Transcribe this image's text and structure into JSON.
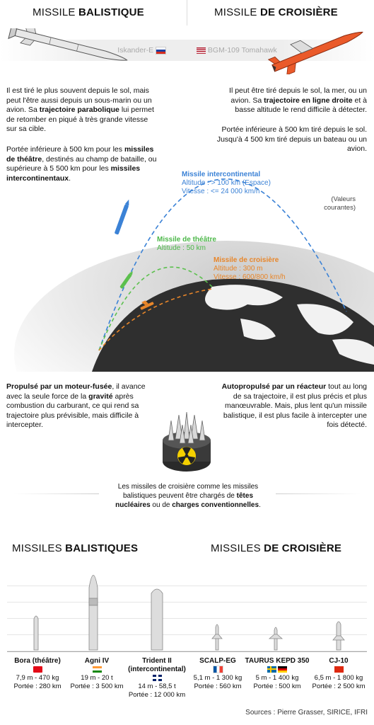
{
  "header": {
    "left_light": "MISSILE ",
    "left_bold": "BALISTIQUE",
    "right_light": "MISSILE ",
    "right_bold": "DE CROISIÈRE"
  },
  "tags": {
    "left": "Iskander-E",
    "right": "BGM-109 Tomahawk"
  },
  "left_col": {
    "p1_a": "Il est tiré le plus souvent depuis le sol, mais peut l'être aussi depuis un sous-marin ou un avion. Sa ",
    "p1_b": "trajectoire parabolique",
    "p1_c": " lui permet de retomber en piqué à très grande vitesse sur sa cible.",
    "p2_a": "Portée inférieure à 500 km pour les ",
    "p2_b": "missiles de théâtre",
    "p2_c": ", destinés au champ de bataille, ou supérieure à 5 500 km pour les ",
    "p2_d": "missiles intercontinentaux",
    "p2_e": "."
  },
  "right_col": {
    "p1_a": "Il peut être tiré depuis le sol, la mer, ou un avion. Sa ",
    "p1_b": "trajectoire en ligne droite",
    "p1_c": " et à basse altitude le rend difficile à détecter.",
    "p2": "Portée inférieure à 500 km tiré depuis le sol. Jusqu'à 4 500 km tiré depuis un bateau ou un avion."
  },
  "diagram": {
    "icbm_title": "Missile intercontinental",
    "icbm_alt": "Altitude : > 100 km (Espace)",
    "icbm_speed": "Vitesse : <= 24 000 km/h",
    "note": "(Valeurs courantes)",
    "theatre_title": "Missile de théâtre",
    "theatre_alt": "Altitude : 50 km",
    "cruise_title": "Missile de croisière",
    "cruise_alt": "Altitude : 300 m",
    "cruise_speed": "Vitesse : 600/800 km/h",
    "colors": {
      "blue": "#3b82d6",
      "green": "#5cc04e",
      "orange": "#e8862a"
    }
  },
  "propulsion": {
    "left_a": "Propulsé par un moteur-fusée",
    "left_b": ", il avance avec la seule force de la ",
    "left_c": "gravité",
    "left_d": " après combustion du carburant, ce qui rend sa trajectoire plus prévisible, mais difficile à intercepter.",
    "right_a": "Autopropulsé par un réacteur",
    "right_b": " tout au long de sa trajectoire, il est plus précis et plus manœuvrable. Mais, plus lent qu'un missile balistique, il est plus facile à intercepter une fois détecté."
  },
  "nuclear": {
    "text_a": "Les missiles de croisière comme les missiles balistiques peuvent être chargés de ",
    "text_b": "têtes nucléaires",
    "text_c": " ou de ",
    "text_d": "charges conventionnelles",
    "text_e": "."
  },
  "bottom": {
    "left_light": "MISSILES ",
    "left_bold": "BALISTIQUES",
    "right_light": "MISSILES ",
    "right_bold": "DE CROISIÈRE",
    "missiles": [
      {
        "name": "Bora (théâtre)",
        "specs": "7,9 m - 470 kg",
        "range": "Portée : 280 km"
      },
      {
        "name": "Agni IV",
        "specs": "19 m - 20 t",
        "range": "Portée : 3 500 km"
      },
      {
        "name": "Trident II",
        "name2": "(intercontinental)",
        "specs": "14 m - 58,5 t",
        "range": "Portée : 12 000 km"
      },
      {
        "name": "SCALP-EG",
        "specs": "5,1 m - 1 300 kg",
        "range": "Portée : 560 km"
      },
      {
        "name": "TAURUS KEPD 350",
        "specs": "5 m - 1 400 kg",
        "range": "Portée : 500 km"
      },
      {
        "name": "CJ-10",
        "specs": "6,5 m - 1 800 kg",
        "range": "Portée : 2 500 km"
      }
    ]
  },
  "sources": "Sources : Pierre Grasser, SIRICE, IFRI"
}
